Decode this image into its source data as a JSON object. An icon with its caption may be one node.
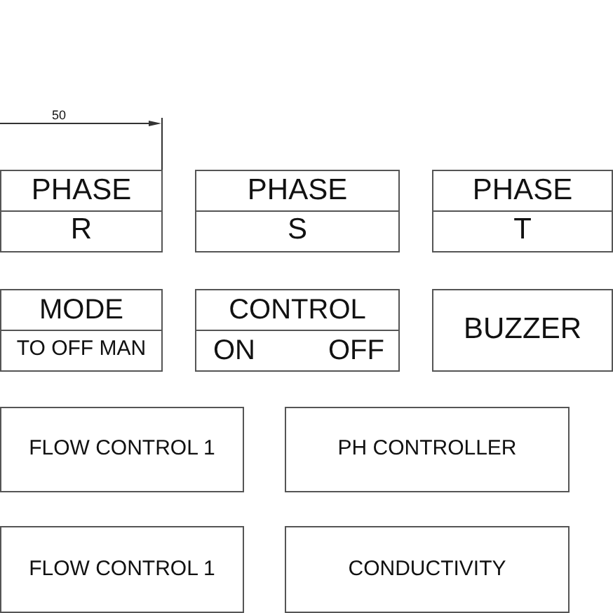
{
  "diagram": {
    "nodes": [
      {
        "text": [
          "PHASE",
          "R"
        ]
      },
      {
        "text": [
          "PHASE",
          "S"
        ]
      },
      {
        "text": [
          "PHASE",
          "T"
        ]
      },
      {
        "text": [
          "MODE",
          "TO OFF MAN"
        ]
      },
      {
        "text": [
          "CONTROL",
          "ON",
          "OFF"
        ]
      },
      {
        "text": [
          "BUZZER"
        ]
      },
      {
        "text": [
          "FLOW CONTROL 1"
        ]
      },
      {
        "text": [
          "PH CONTROLLER"
        ]
      },
      {
        "text": [
          "FLOW CONTROL 1"
        ]
      },
      {
        "text": [
          "CONDUCTIVITY"
        ]
      }
    ],
    "labels": [
      "50"
    ]
  }
}
